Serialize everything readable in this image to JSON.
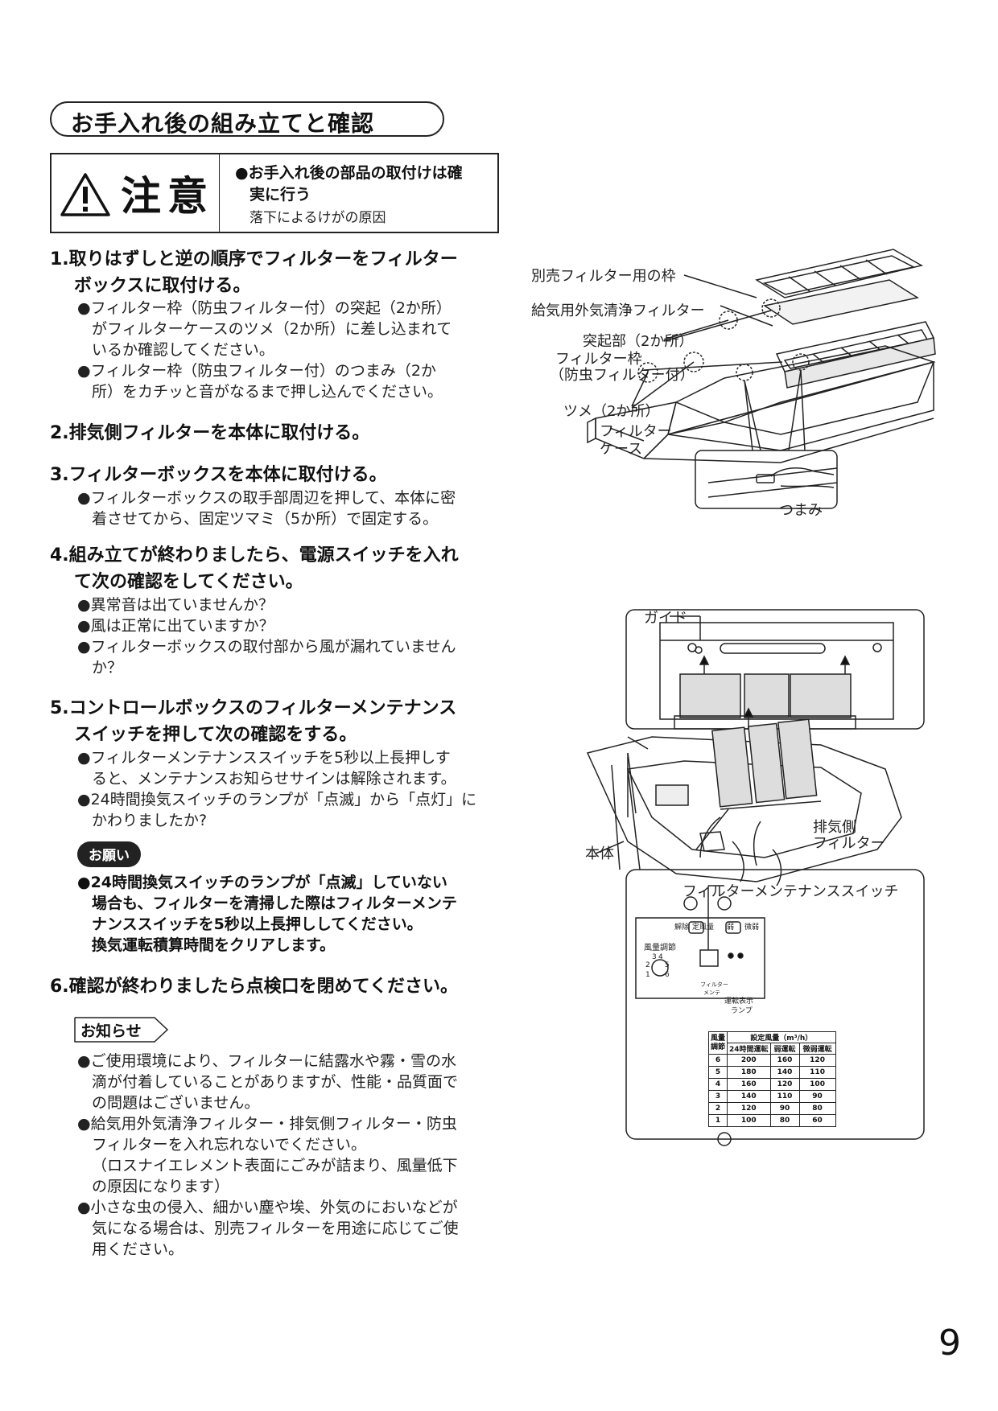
{
  "section_title": "お手入れ後の組み立てと確認",
  "caution": {
    "word": "注意",
    "lines": [
      "●お手入れ後の部品の取付けは確",
      "実に行う"
    ],
    "reason": "落下によるけがの原因"
  },
  "steps": [
    {
      "lines": [
        "1.取りはずしと逆の順序でフィルターをフィルター",
        "ボックスに取付ける。"
      ],
      "bullets": [
        [
          "●フィルター枠（防虫フィルター付）の突起（2か所）",
          "がフィルターケースのツメ（2か所）に差し込まれて",
          "いるか確認してください。"
        ],
        [
          "●フィルター枠（防虫フィルター付）のつまみ（2か",
          "所）をカチッと音がなるまで押し込んでください。"
        ]
      ]
    },
    {
      "lines": [
        "2.排気側フィルターを本体に取付ける。"
      ],
      "bullets": []
    },
    {
      "lines": [
        "3.フィルターボックスを本体に取付ける。"
      ],
      "bullets": [
        [
          "●フィルターボックスの取手部周辺を押して、本体に密",
          "着させてから、固定ツマミ（5か所）で固定する。"
        ]
      ]
    },
    {
      "lines": [
        "4.組み立てが終わりましたら、電源スイッチを入れ",
        "て次の確認をしてください。"
      ],
      "bullets": [
        [
          "●異常音は出ていませんか？"
        ],
        [
          "●風は正常に出ていますか？"
        ],
        [
          "●フィルターボックスの取付部から風が漏れていません",
          "か？"
        ]
      ]
    },
    {
      "lines": [
        "5.コントロールボックスのフィルターメンテナンス",
        "スイッチを押して次の確認をする。"
      ],
      "bullets": [
        [
          "●フィルターメンテナンススイッチを5秒以上長押しす",
          "ると、メンテナンスお知らせサインは解除されます。"
        ],
        [
          "●24時間換気スイッチのランプが「点滅」から「点灯」に",
          "かわりましたか?"
        ]
      ]
    },
    {
      "lines": [
        "6.確認が終わりましたら点検口を閉めてください。"
      ],
      "bullets": []
    }
  ],
  "onegai": {
    "label": "お願い",
    "lines": [
      "●24時間換気スイッチのランプが「点滅」していない",
      "場合も、フィルターを清掃した際はフィルターメンテ",
      "ナンススイッチを5秒以上長押ししてください。",
      "換気運転積算時間をクリアします。"
    ]
  },
  "notice": {
    "label": "お知らせ",
    "bullets": [
      [
        "●ご使用環境により、フィルターに結露水や霧・雪の水",
        "滴が付着していることがありますが、性能・品質面で",
        "の問題はございません。"
      ],
      [
        "●給気用外気清浄フィルター・排気側フィルター・防虫",
        "フィルターを入れ忘れないでください。",
        "（ロスナイエレメント表面にごみが詰まり、風量低下",
        "の原因になります）"
      ],
      [
        "●小さな虫の侵入、細かい塵や埃、外気のにおいなどが",
        "気になる場合は、別売フィルターを用途に応じてご使",
        "用ください。"
      ]
    ]
  },
  "fig1": {
    "l1": "別売フィルター用の枠",
    "l2": "給気用外気清浄フィルター",
    "l3": "突起部（2か所）",
    "l4a": "フィルター枠",
    "l4b": "（防虫フィルター付）",
    "l5": "ツメ（2か所）",
    "l6a": "フィルター",
    "l6b": "ケース",
    "l7": "つまみ"
  },
  "fig2": {
    "guide": "ガイド",
    "body": "本体",
    "exhaust_a": "排気側",
    "exhaust_b": "フィルター",
    "maint_switch": "フィルターメンテナンススイッチ"
  },
  "panel": {
    "top_left_a": "解除",
    "top_left_b": "定風量",
    "top_right_a": "弱",
    "top_right_b": "微弱",
    "dial_label": "風量調節",
    "dial_numbers": [
      "3",
      "4",
      "2",
      "5",
      "1",
      "6"
    ],
    "maint_a": "フィルター",
    "maint_b": "メンテ",
    "lamp_a": "運転表示",
    "lamp_b": "ランプ"
  },
  "table": {
    "head_a": "風量",
    "head_b": "調節",
    "head_title": "設定風量（m³/h）",
    "cols": [
      "24時間運転",
      "弱運転",
      "微弱運転"
    ],
    "rows": [
      [
        "6",
        "200",
        "160",
        "120"
      ],
      [
        "5",
        "180",
        "140",
        "110"
      ],
      [
        "4",
        "160",
        "120",
        "100"
      ],
      [
        "3",
        "140",
        "110",
        "90"
      ],
      [
        "2",
        "120",
        "90",
        "80"
      ],
      [
        "1",
        "100",
        "80",
        "60"
      ]
    ]
  },
  "page_number": "9"
}
